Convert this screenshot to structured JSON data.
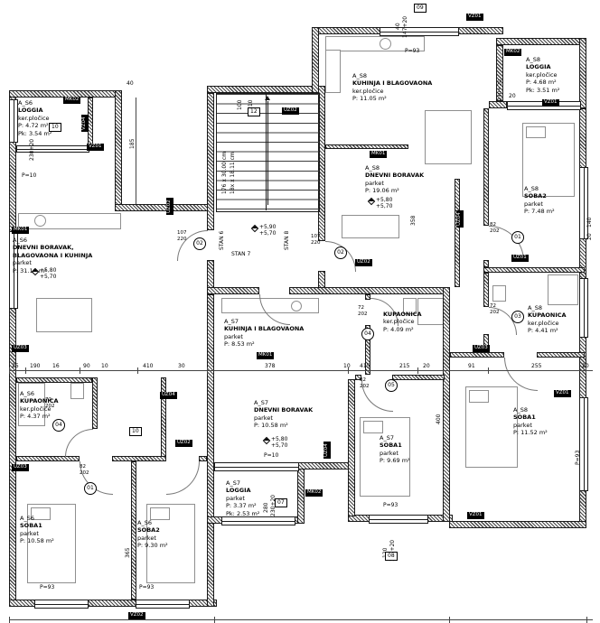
{
  "rooms": {
    "s6_loggia": {
      "unit": "A_S6",
      "name": "LOGGIA",
      "finish": "ker.pločice",
      "area": "P: 4.72 m²",
      "areak": "Pk: 3.54 m²"
    },
    "s6_living": {
      "unit": "A_S6",
      "name": "DNEVNI BORAVAK, BLAGOVAONA I KUHINJA",
      "finish": "parket",
      "area": "P: 31.10 m²"
    },
    "s6_bath": {
      "unit": "A_S6",
      "name": "KUPAONICA",
      "finish": "ker.pločice",
      "area": "P: 4.37 m²"
    },
    "s6_soba1": {
      "unit": "A_S6",
      "name": "SOBA1",
      "finish": "parket",
      "area": "P: 10.58 m²"
    },
    "s6_soba2": {
      "unit": "A_S6",
      "name": "SOBA2",
      "finish": "parket",
      "area": "P: 9.30 m²"
    },
    "s7_kitchen": {
      "unit": "A_S7",
      "name": "KUHINJA I BLAGOVAONA",
      "finish": "parket",
      "area": "P: 8.53 m²"
    },
    "s7_living": {
      "unit": "A_S7",
      "name": "DNEVNI BORAVAK",
      "finish": "parket",
      "area": "P: 10.58 m²"
    },
    "s7_bath": {
      "unit": "A_S7",
      "name": "KUPAONICA",
      "finish": "ker.pločice",
      "area": "P: 4.09 m²"
    },
    "s7_soba1": {
      "unit": "A_S7",
      "name": "SOBA1",
      "finish": "parket",
      "area": "P: 9.69 m²"
    },
    "s7_loggia": {
      "unit": "A_S7",
      "name": "LOGGIA",
      "finish": "parket",
      "area": "P: 3.37 m²",
      "areak": "Pk: 2.53 m²"
    },
    "s8_kitchen": {
      "unit": "A_S8",
      "name": "KUHINJA I BLAGOVAONA",
      "finish": "ker.pločice",
      "area": "P: 11.05 m²"
    },
    "s8_living": {
      "unit": "A_S8",
      "name": "DNEVNI BORAVAK",
      "finish": "parket",
      "area": "P: 19.06 m²"
    },
    "s8_loggia": {
      "unit": "A_S8",
      "name": "LOGGIA",
      "finish": "ker.pločice",
      "area": "P: 4.68 m²",
      "areak": "Pk: 3.51 m²"
    },
    "s8_soba2": {
      "unit": "A_S8",
      "name": "SOBA2",
      "finish": "parket",
      "area": "P: 7.48 m²"
    },
    "s8_bath": {
      "unit": "A_S8",
      "name": "KUPAONICA",
      "finish": "ker.pločice",
      "area": "P: 4.41 m²"
    },
    "s8_soba1": {
      "unit": "A_S8",
      "name": "SOBA1",
      "finish": "parket",
      "area": "P: 11.52 m²"
    }
  },
  "stairs": {
    "note1": "176 x 30.00 cm",
    "note2": "18x x 18.11 cm",
    "stan6": "STAN 6",
    "stan7": "STAN 7",
    "stan8": "STAN 8"
  },
  "marks": {
    "p93": "P=93",
    "p10": "P=10",
    "l580": "+5,80",
    "l570": "+5,70",
    "l590": "+5,90"
  },
  "doors": {
    "w72": "72",
    "w82": "82",
    "w107": "107",
    "h202": "202",
    "h220": "220",
    "t01": "01",
    "t02": "02",
    "t03": "03",
    "t04": "04",
    "t05": "05"
  },
  "otags": {
    "b07": "07",
    "b08": "08",
    "b09": "09",
    "b10": "10",
    "b12": "12"
  },
  "wtags": {
    "mk01": "MK01",
    "mk02": "MK02",
    "uz01": "UZ01",
    "uz02": "UZ02",
    "uz03": "UZ03",
    "uz04": "UZ04",
    "vz01": "VZ01",
    "vz02": "VZ02",
    "vz04": "VZ04"
  },
  "dims": {
    "n10": "10",
    "n16": "16",
    "n20": "20",
    "n25": "25",
    "n30": "30",
    "n40": "40",
    "n90": "90",
    "n91": "91",
    "n100": "100",
    "n120": "120",
    "n140": "140",
    "n185": "185",
    "n190": "190",
    "n210": "210",
    "n215": "215",
    "n255": "255",
    "n280": "280",
    "n358": "358",
    "n365": "365",
    "n378": "378",
    "n400": "400",
    "n410": "410",
    "n415": "415",
    "c230": "230+20",
    "c140": "140+20",
    "c147": "147+20"
  }
}
